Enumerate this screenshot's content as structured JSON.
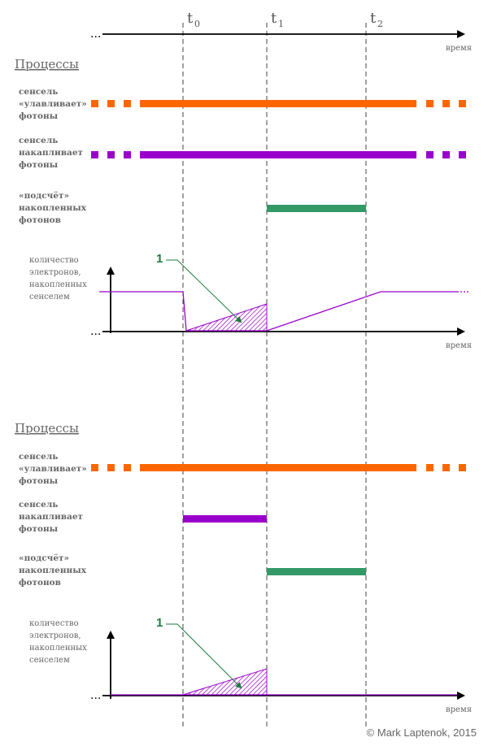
{
  "colors": {
    "orange": "#ff6600",
    "purple": "#9900cc",
    "green": "#339966",
    "annotation": "#1e7b3e",
    "text": "#666666",
    "axis": "#000000"
  },
  "timeline": {
    "ellipsis": "...",
    "axis_label": "время",
    "markers": [
      {
        "name": "t",
        "sub": "0"
      },
      {
        "name": "t",
        "sub": "1"
      },
      {
        "name": "t",
        "sub": "2"
      }
    ]
  },
  "panels": [
    {
      "heading": "Процессы",
      "rows": [
        {
          "line1": "сенсель",
          "line2": "«улавливает»",
          "line3": "фотоны"
        },
        {
          "line1": "сенсель",
          "line2": "накапливает",
          "line3": "фотоны"
        },
        {
          "line1": "«подсчёт»",
          "line2": "накопленных",
          "line3": "фотонов"
        }
      ],
      "graph": {
        "ylabel": [
          "количество",
          "электронов,",
          "накопленных",
          "сенселем"
        ],
        "xlabel": "время",
        "ellipsis": "...",
        "callout": "1"
      }
    },
    {
      "heading": "Процессы",
      "rows": [
        {
          "line1": "сенсель",
          "line2": "«улавливает»",
          "line3": "фотоны"
        },
        {
          "line1": "сенсель",
          "line2": "накапливает",
          "line3": "фотоны"
        },
        {
          "line1": "«подсчёт»",
          "line2": "накопленных",
          "line3": "фотонов"
        }
      ],
      "graph": {
        "ylabel": [
          "количество",
          "электронов,",
          "накопленных",
          "сенселем"
        ],
        "xlabel": "время",
        "ellipsis": "...",
        "callout": "1"
      }
    }
  ],
  "copyright": "© Mark Laptenok, 2015"
}
